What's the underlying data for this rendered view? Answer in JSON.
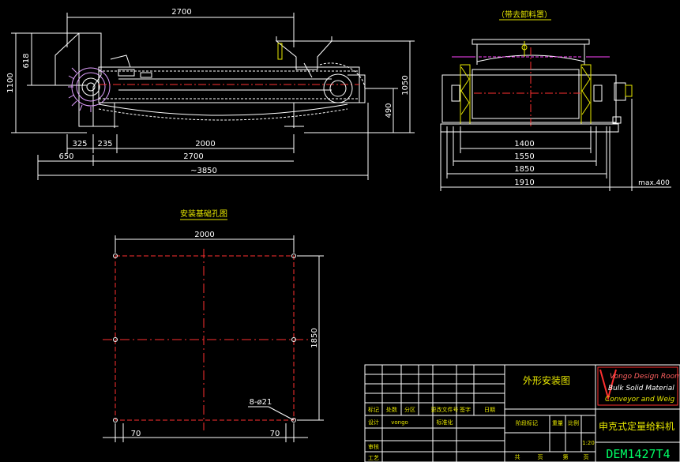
{
  "side_view": {
    "dim_top_length": "2700",
    "dim_height_total": "1100",
    "dim_hopper_height": "618",
    "dim_right_height": "1050",
    "dim_belt_height": "490",
    "dim_seg_a": "325",
    "dim_seg_b": "235",
    "dim_seg_c": "2000",
    "dim_seg_d": "650",
    "dim_seg_e": "2700",
    "dim_overall": "~3850"
  },
  "end_view": {
    "title": "（带去卸料罩）",
    "dim_1400": "1400",
    "dim_1550": "1550",
    "dim_1850": "1850",
    "dim_1910": "1910",
    "dim_max": "max.400"
  },
  "foundation_plan": {
    "title": "安装基础孔图",
    "dim_width": "2000",
    "dim_depth": "1850",
    "hole_label": "8-ø21",
    "dim_left_offset": "70",
    "dim_right_offset": "70"
  },
  "title_block": {
    "drawing_name": "外形安装图",
    "header_labels": [
      "标记",
      "处数",
      "分区",
      "更改文件号",
      "签字",
      "日期"
    ],
    "row_design": "设计",
    "designer": "vongo",
    "row_standard": "标准化",
    "row_check": "审核",
    "row_process": "工艺",
    "stage_label": "阶段标记",
    "weight_label": "重量",
    "scale_label": "比例",
    "scale": "1:20",
    "sheet_labels": [
      "共",
      "页",
      "第",
      "页"
    ],
    "logo_line1": "Vongo Design Room",
    "logo_line2": "Bulk Solid Material",
    "logo_line3": "Conveyor and Weig",
    "machine_name": "申克式定量给料机",
    "drawing_code": "DEM1427T4"
  }
}
